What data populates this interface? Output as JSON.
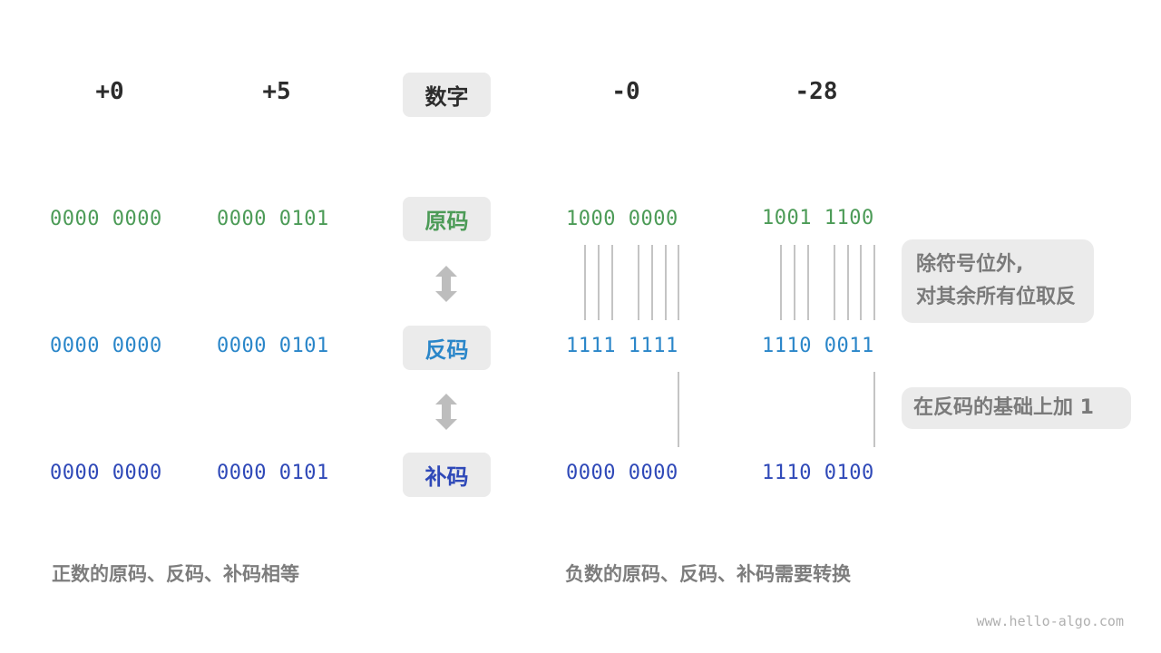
{
  "headers": {
    "pos0": "+0",
    "pos5": "+5",
    "label": "数字",
    "neg0": "-0",
    "neg28": "-28"
  },
  "row_labels": {
    "original": "原码",
    "ones": "反码",
    "twos": "补码"
  },
  "positive": {
    "pos0": {
      "original": "0000 0000",
      "ones": "0000 0000",
      "twos": "0000 0000"
    },
    "pos5": {
      "original": "0000 0101",
      "ones": "0000 0101",
      "twos": "0000 0101"
    }
  },
  "negative": {
    "neg0": {
      "original": "1000 0000",
      "ones": "1111 1111",
      "twos": "0000 0000"
    },
    "neg28": {
      "original": "1001 1100",
      "ones": "1110 0011",
      "twos": "1110 0100"
    }
  },
  "notes": {
    "invert_line1": "除符号位外,",
    "invert_line2": "对其余所有位取反",
    "add_one": "在反码的基础上加 1"
  },
  "captions": {
    "positive": "正数的原码、反码、补码相等",
    "negative": "负数的原码、反码、补码需要转换"
  },
  "footer": "www.hello-algo.com",
  "colors": {
    "original": "#4c9b57",
    "ones": "#2a86c9",
    "twos": "#2f49b8",
    "label_bg": "#ebebeb",
    "arrow": "#bdbdbd",
    "connector": "#8a8a8a"
  }
}
